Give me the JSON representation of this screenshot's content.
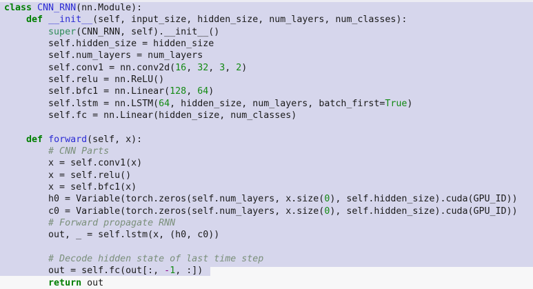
{
  "editor": {
    "language": "python",
    "background_color": "#f7f7f8",
    "selection_color": "#d6d6ec",
    "font_family": "monospace"
  },
  "theme_colors": {
    "keyword": "#007f00",
    "name": "#2b2bd4",
    "builtin": "#2e8b57",
    "number": "#128a12",
    "constant": "#128a12",
    "operator": "#8b008b",
    "comment": "#7a8f7a",
    "plain": "#1a1a1a"
  },
  "code": {
    "lines": [
      {
        "index": 1,
        "text": "class CNN_RNN(nn.Module):",
        "tokens": [
          {
            "t": "class",
            "c": "kw"
          },
          {
            "t": " ",
            "c": "pl"
          },
          {
            "t": "CNN_RNN",
            "c": "name"
          },
          {
            "t": "(nn.Module):",
            "c": "pl"
          }
        ]
      },
      {
        "index": 2,
        "text": "    def __init__(self, input_size, hidden_size, num_layers, num_classes):",
        "tokens": [
          {
            "t": "    ",
            "c": "pl"
          },
          {
            "t": "def",
            "c": "kw"
          },
          {
            "t": " ",
            "c": "pl"
          },
          {
            "t": "__init__",
            "c": "name"
          },
          {
            "t": "(self, input_size, hidden_size, num_layers, num_classes):",
            "c": "pl"
          }
        ]
      },
      {
        "index": 3,
        "text": "        super(CNN_RNN, self).__init__()",
        "tokens": [
          {
            "t": "        ",
            "c": "pl"
          },
          {
            "t": "super",
            "c": "builtin"
          },
          {
            "t": "(CNN_RNN, self).__init__()",
            "c": "pl"
          }
        ]
      },
      {
        "index": 4,
        "text": "        self.hidden_size = hidden_size",
        "tokens": [
          {
            "t": "        self.hidden_size = hidden_size",
            "c": "pl"
          }
        ]
      },
      {
        "index": 5,
        "text": "        self.num_layers = num_layers",
        "tokens": [
          {
            "t": "        self.num_layers = num_layers",
            "c": "pl"
          }
        ]
      },
      {
        "index": 6,
        "text": "        self.conv1 = nn.conv2d(16, 32, 3, 2)",
        "tokens": [
          {
            "t": "        self.conv1 = nn.conv2d(",
            "c": "pl"
          },
          {
            "t": "16",
            "c": "num"
          },
          {
            "t": ", ",
            "c": "pl"
          },
          {
            "t": "32",
            "c": "num"
          },
          {
            "t": ", ",
            "c": "pl"
          },
          {
            "t": "3",
            "c": "num"
          },
          {
            "t": ", ",
            "c": "pl"
          },
          {
            "t": "2",
            "c": "num"
          },
          {
            "t": ")",
            "c": "pl"
          }
        ]
      },
      {
        "index": 7,
        "text": "        self.relu = nn.ReLU()",
        "tokens": [
          {
            "t": "        self.relu = nn.ReLU()",
            "c": "pl"
          }
        ]
      },
      {
        "index": 8,
        "text": "        self.bfc1 = nn.Linear(128, 64)",
        "tokens": [
          {
            "t": "        self.bfc1 = nn.Linear(",
            "c": "pl"
          },
          {
            "t": "128",
            "c": "num"
          },
          {
            "t": ", ",
            "c": "pl"
          },
          {
            "t": "64",
            "c": "num"
          },
          {
            "t": ")",
            "c": "pl"
          }
        ]
      },
      {
        "index": 9,
        "text": "        self.lstm = nn.LSTM(64, hidden_size, num_layers, batch_first=True)",
        "tokens": [
          {
            "t": "        self.lstm = nn.LSTM(",
            "c": "pl"
          },
          {
            "t": "64",
            "c": "num"
          },
          {
            "t": ", hidden_size, num_layers, batch_first=",
            "c": "pl"
          },
          {
            "t": "True",
            "c": "const"
          },
          {
            "t": ")",
            "c": "pl"
          }
        ]
      },
      {
        "index": 10,
        "text": "        self.fc = nn.Linear(hidden_size, num_classes)",
        "tokens": [
          {
            "t": "        self.fc = nn.Linear(hidden_size, num_classes)",
            "c": "pl"
          }
        ]
      },
      {
        "index": 11,
        "text": "",
        "tokens": [
          {
            "t": "",
            "c": "pl"
          }
        ]
      },
      {
        "index": 12,
        "text": "    def forward(self, x):",
        "tokens": [
          {
            "t": "    ",
            "c": "pl"
          },
          {
            "t": "def",
            "c": "kw"
          },
          {
            "t": " ",
            "c": "pl"
          },
          {
            "t": "forward",
            "c": "name"
          },
          {
            "t": "(self, x):",
            "c": "pl"
          }
        ]
      },
      {
        "index": 13,
        "text": "        # CNN Parts",
        "tokens": [
          {
            "t": "        ",
            "c": "pl"
          },
          {
            "t": "# CNN Parts",
            "c": "cmt"
          }
        ]
      },
      {
        "index": 14,
        "text": "        x = self.conv1(x)",
        "tokens": [
          {
            "t": "        x = self.conv1(x)",
            "c": "pl"
          }
        ]
      },
      {
        "index": 15,
        "text": "        x = self.relu()",
        "tokens": [
          {
            "t": "        x = self.relu()",
            "c": "pl"
          }
        ]
      },
      {
        "index": 16,
        "text": "        x = self.bfc1(x)",
        "tokens": [
          {
            "t": "        x = self.bfc1(x)",
            "c": "pl"
          }
        ]
      },
      {
        "index": 17,
        "text": "        h0 = Variable(torch.zeros(self.num_layers, x.size(0), self.hidden_size).cuda(GPU_ID))",
        "tokens": [
          {
            "t": "        h0 = Variable(torch.zeros(self.num_layers, x.size(",
            "c": "pl"
          },
          {
            "t": "0",
            "c": "num"
          },
          {
            "t": "), self.hidden_size).cuda(GPU_ID))",
            "c": "pl"
          }
        ]
      },
      {
        "index": 18,
        "text": "        c0 = Variable(torch.zeros(self.num_layers, x.size(0), self.hidden_size).cuda(GPU_ID))",
        "tokens": [
          {
            "t": "        c0 = Variable(torch.zeros(self.num_layers, x.size(",
            "c": "pl"
          },
          {
            "t": "0",
            "c": "num"
          },
          {
            "t": "), self.hidden_size).cuda(GPU_ID))",
            "c": "pl"
          }
        ]
      },
      {
        "index": 19,
        "text": "        # Forward propagate RNN",
        "tokens": [
          {
            "t": "        ",
            "c": "pl"
          },
          {
            "t": "# Forward propagate RNN",
            "c": "cmt"
          }
        ]
      },
      {
        "index": 20,
        "text": "        out, _ = self.lstm(x, (h0, c0))",
        "tokens": [
          {
            "t": "        out, _ = self.lstm(x, (h0, c0))",
            "c": "pl"
          }
        ]
      },
      {
        "index": 21,
        "text": "",
        "tokens": [
          {
            "t": "",
            "c": "pl"
          }
        ]
      },
      {
        "index": 22,
        "text": "        # Decode hidden state of last time step",
        "tokens": [
          {
            "t": "        ",
            "c": "pl"
          },
          {
            "t": "# Decode hidden state of last time step",
            "c": "cmt"
          }
        ]
      },
      {
        "index": 23,
        "text": "        out = self.fc(out[:, -1, :])",
        "tokens": [
          {
            "t": "        out = self.fc(out[:, ",
            "c": "pl"
          },
          {
            "t": "-",
            "c": "op"
          },
          {
            "t": "1",
            "c": "num"
          },
          {
            "t": ", :])",
            "c": "pl"
          }
        ]
      },
      {
        "index": 24,
        "text": "        return out",
        "tokens": [
          {
            "t": "        ",
            "c": "pl"
          },
          {
            "t": "return",
            "c": "kw"
          },
          {
            "t": " out",
            "c": "pl"
          }
        ]
      }
    ]
  }
}
